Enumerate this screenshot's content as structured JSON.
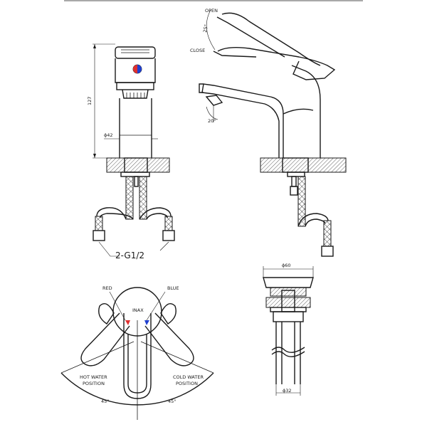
{
  "labels": {
    "open": "OPEN",
    "close": "CLOSE",
    "angle_25": "25°",
    "angle_20": "20°",
    "height_127": "127",
    "dia_42": "ϕ42",
    "thread": "2-G1/2",
    "red": "RED",
    "blue": "BLUE",
    "hot_water_1": "HOT WATER",
    "hot_water_2": "POSITION",
    "cold_water_1": "COLD WATER",
    "cold_water_2": "POSITION",
    "angle_45_left": "45°",
    "angle_45_right": "45°",
    "dia_60": "ϕ60",
    "dia_32": "ϕ32",
    "logo": "INAX"
  },
  "colors": {
    "hot": "#e03030",
    "cold": "#2040d0",
    "line": "#1a1a1a"
  }
}
